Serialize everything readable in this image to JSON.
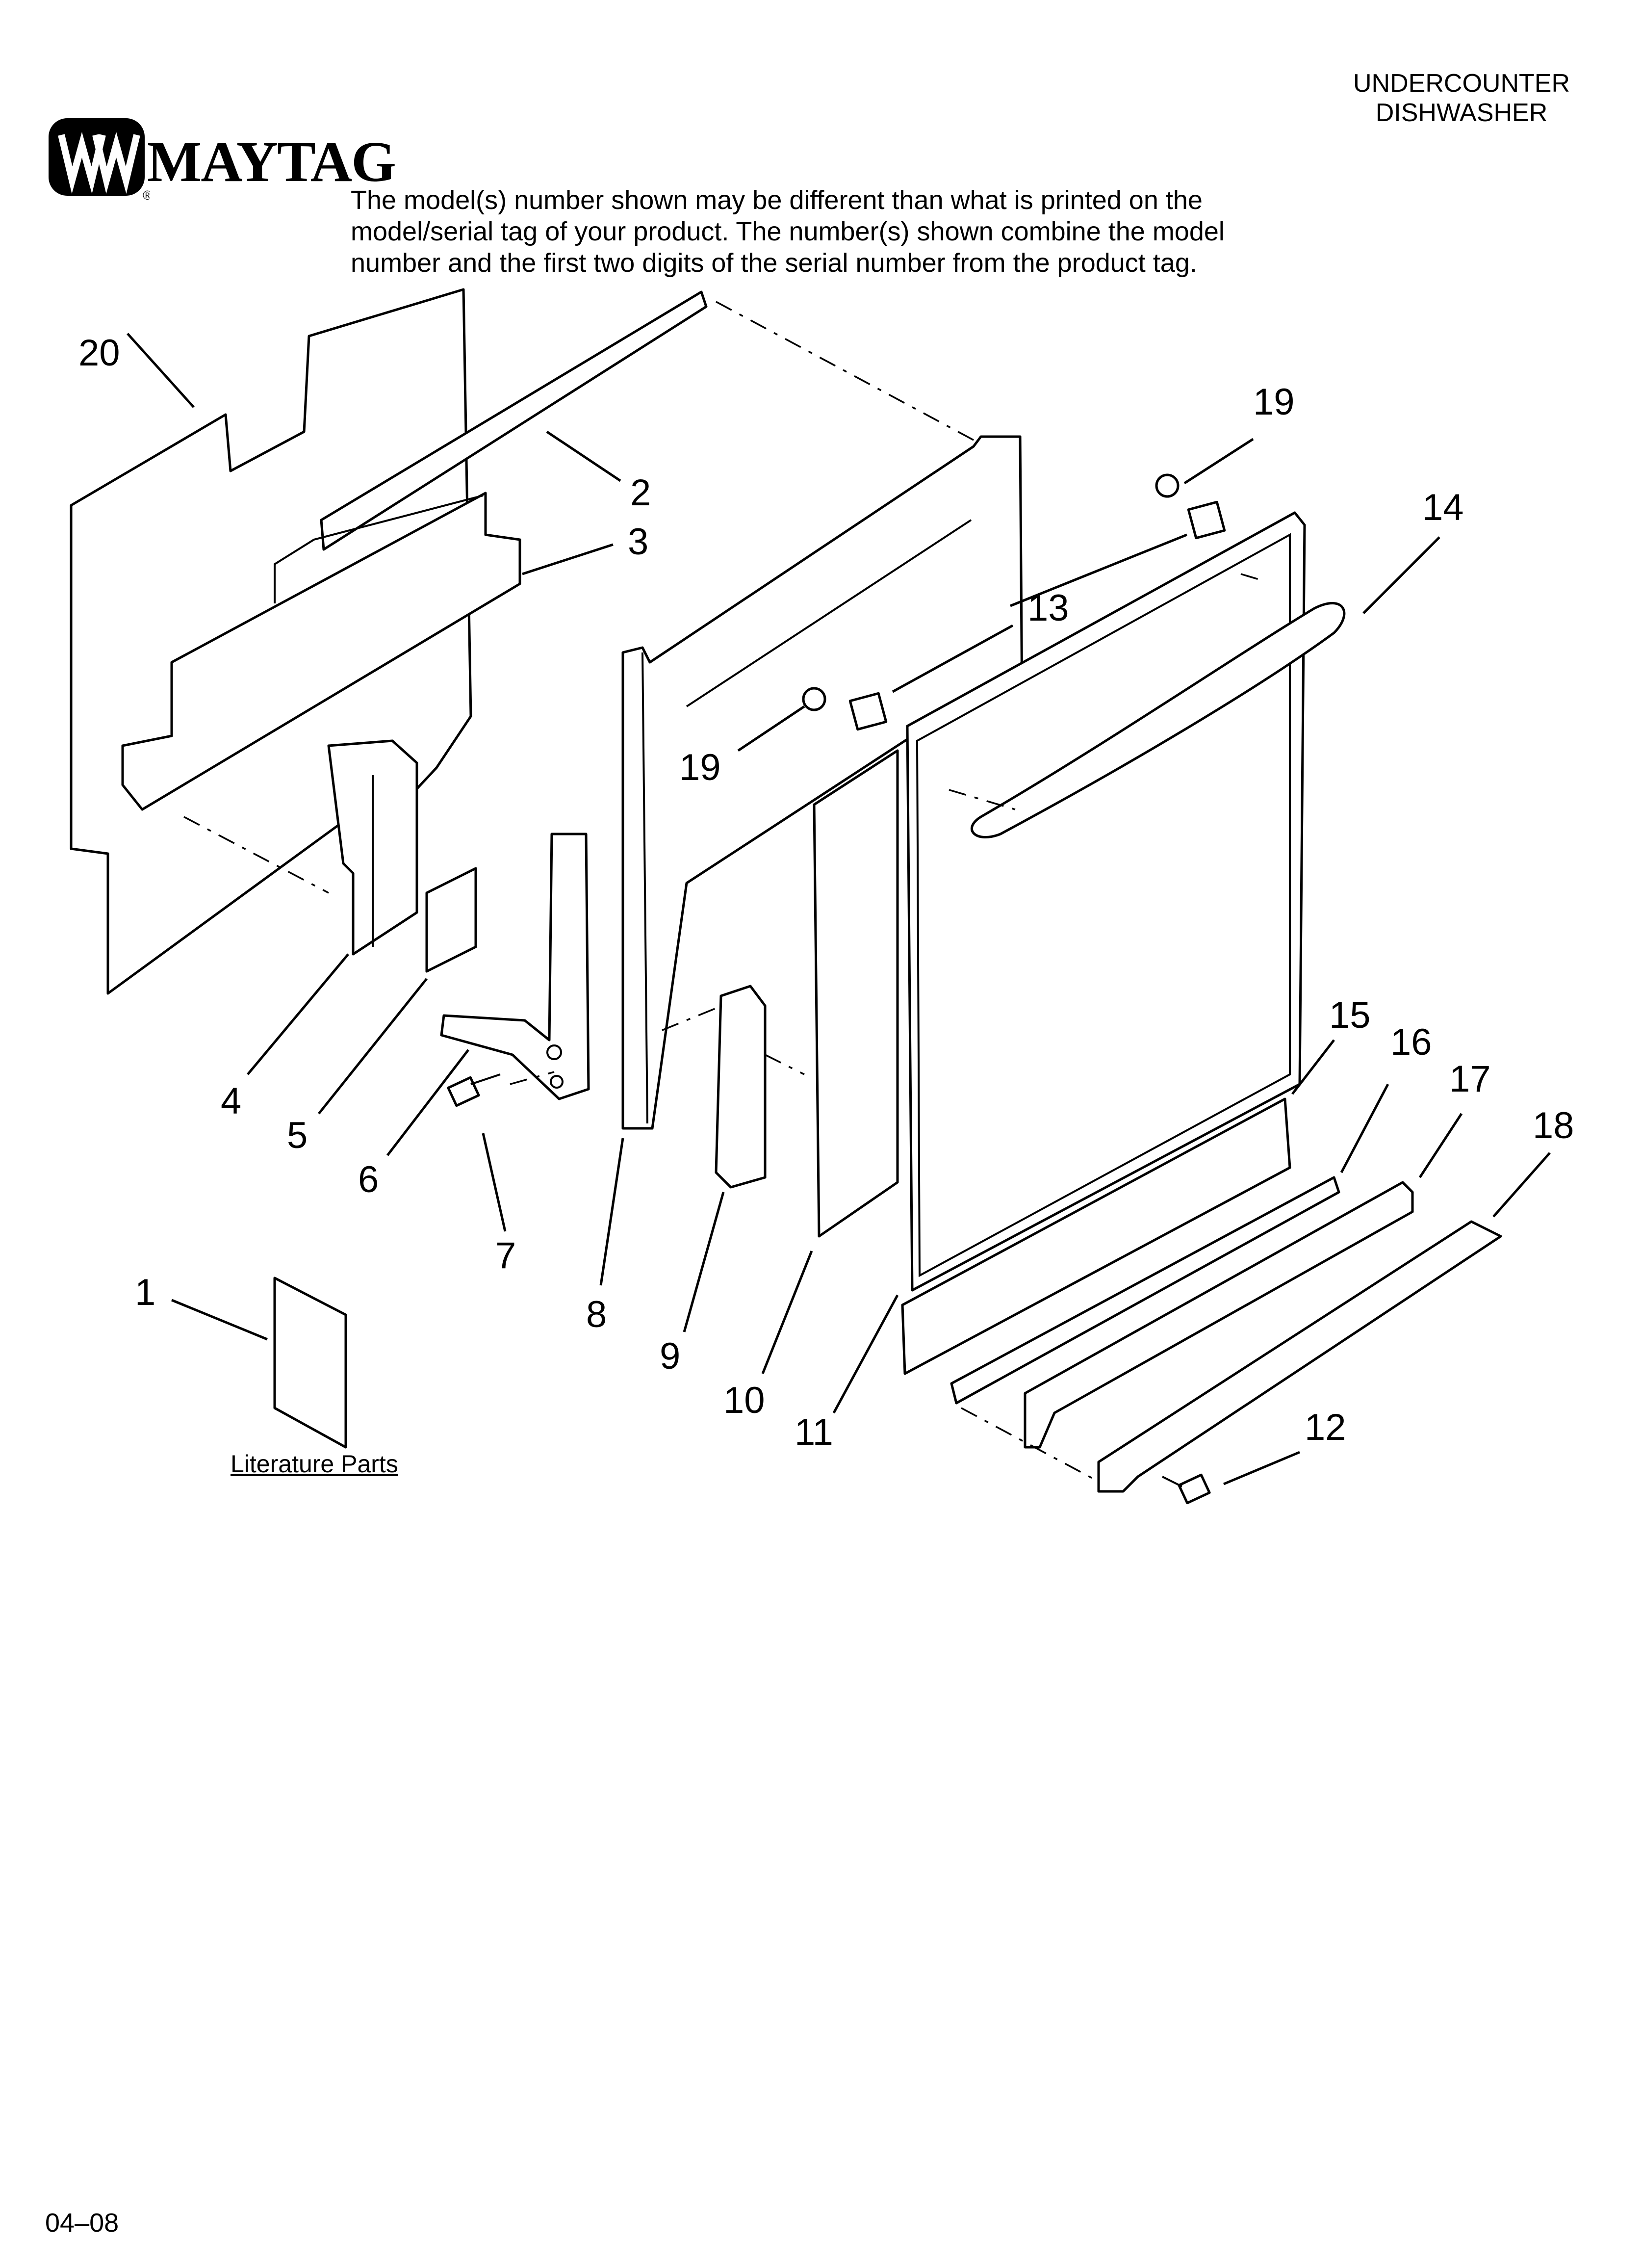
{
  "header": {
    "product_type_line1": "UNDERCOUNTER",
    "product_type_line2": "DISHWASHER"
  },
  "brand": {
    "name": "MAYTAG",
    "logo_icon": "maytag-logo-icon"
  },
  "disclaimer": {
    "line1": "The model(s) number shown may be different than what is printed on the",
    "line2": "model/serial tag of your product. The number(s) shown combine the model",
    "line3": "number and the first two digits of the serial number from the product tag."
  },
  "literature_label": "Literature Parts",
  "footer_code": "04–08",
  "callouts": {
    "c1": "1",
    "c2": "2",
    "c3": "3",
    "c4": "4",
    "c5": "5",
    "c6": "6",
    "c7": "7",
    "c8": "8",
    "c9": "9",
    "c10": "10",
    "c11": "11",
    "c12": "12",
    "c13": "13",
    "c14": "14",
    "c15": "15",
    "c16": "16",
    "c17": "17",
    "c18": "18",
    "c19a": "19",
    "c19b": "19",
    "c20": "20"
  },
  "colors": {
    "ink": "#000000",
    "paper": "#ffffff"
  }
}
